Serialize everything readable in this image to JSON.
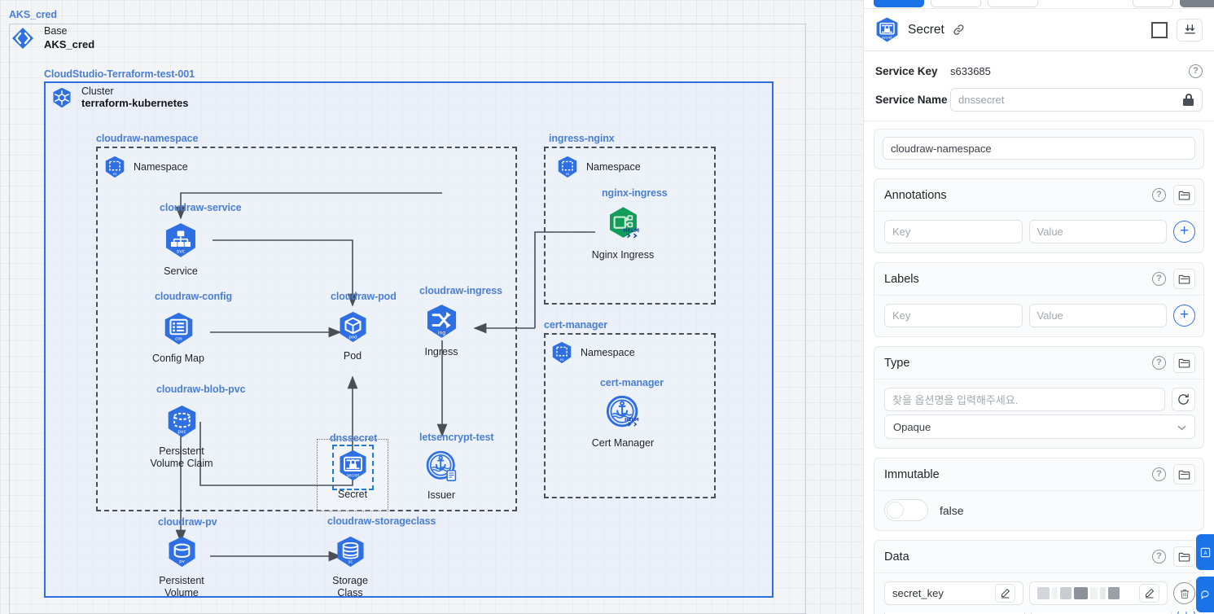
{
  "canvas": {
    "base_group_title": "AKS_cred",
    "base": {
      "kind": "Base",
      "name": "AKS_cred",
      "icon": "code-bracket-icon"
    },
    "project_title": "CloudStudio-Terraform-test-001",
    "cluster": {
      "kind": "Cluster",
      "name": "terraform-kubernetes",
      "icon": "kubernetes-icon"
    },
    "groups": [
      {
        "id": "cloudraw-namespace",
        "title": "cloudraw-namespace"
      },
      {
        "id": "ingress-nginx",
        "title": "ingress-nginx"
      },
      {
        "id": "cert-manager-ns",
        "title": "cert-manager"
      },
      {
        "id": "dnssecret",
        "title": "dnssecret"
      }
    ],
    "nodes": [
      {
        "id": "ns-cloudraw",
        "group_label": "",
        "label": "Namespace",
        "icon": "namespace-icon",
        "badge": "ns",
        "selected": false
      },
      {
        "id": "service",
        "group_label": "cloudraw-service",
        "label": "Service",
        "icon": "service-icon",
        "badge": "svc",
        "selected": false
      },
      {
        "id": "configmap",
        "group_label": "cloudraw-config",
        "label": "Config Map",
        "icon": "configmap-icon",
        "badge": "cm",
        "selected": false
      },
      {
        "id": "pvc",
        "group_label": "cloudraw-blob-pvc",
        "label": "Persistent\nVolume Claim",
        "icon": "pvc-icon",
        "badge": "pvc",
        "selected": false
      },
      {
        "id": "pod",
        "group_label": "cloudraw-pod",
        "label": "Pod",
        "icon": "pod-icon",
        "badge": "pod",
        "selected": false
      },
      {
        "id": "ingress",
        "group_label": "cloudraw-ingress",
        "label": "Ingress",
        "icon": "ingress-icon",
        "badge": "ing",
        "selected": false
      },
      {
        "id": "secret",
        "group_label": "dnssecret",
        "label": "Secret",
        "icon": "secret-icon",
        "badge": "secret",
        "selected": true
      },
      {
        "id": "issuer",
        "group_label": "letsencrypt-test",
        "label": "Issuer",
        "icon": "cert-manager-icon",
        "badge": "",
        "selected": false
      },
      {
        "id": "pv",
        "group_label": "cloudraw-pv",
        "label": "Persistent\nVolume",
        "icon": "pv-icon",
        "badge": "pv",
        "selected": false
      },
      {
        "id": "storageclass",
        "group_label": "cloudraw-storageclass",
        "label": "Storage\nClass",
        "icon": "storageclass-icon",
        "badge": "sc",
        "selected": false
      },
      {
        "id": "ns-nginx",
        "group_label": "",
        "label": "Namespace",
        "icon": "namespace-icon",
        "badge": "ns",
        "selected": false
      },
      {
        "id": "nginx",
        "group_label": "nginx-ingress",
        "label": "Nginx Ingress",
        "icon": "helm-chart-icon",
        "badge": "HELM",
        "selected": false
      },
      {
        "id": "ns-cert",
        "group_label": "",
        "label": "Namespace",
        "icon": "namespace-icon",
        "badge": "ns",
        "selected": false
      },
      {
        "id": "certmanager",
        "group_label": "cert-manager",
        "label": "Cert Manager",
        "icon": "cert-manager-icon",
        "badge": "",
        "selected": false
      }
    ],
    "colors": {
      "group_title": "#4a7fd4",
      "k8s_blue": "#2f6fe4",
      "helm_green": "#0f9d58",
      "cluster_border": "#2f6fe4"
    }
  },
  "panel": {
    "header": {
      "title": "Secret",
      "icon": "secret-icon",
      "link_icon": "link-icon",
      "select_box_icon": "select-square-icon",
      "collapse_icon": "collapse-all-icon"
    },
    "service_key": {
      "label": "Service Key",
      "value": "s633685",
      "help_icon": "question-icon"
    },
    "service_name": {
      "label": "Service Name",
      "placeholder": "dnssecret",
      "lock_icon": "lock-icon"
    },
    "namespace_field": {
      "value": "cloudraw-namespace"
    },
    "annotations": {
      "title": "Annotations",
      "help_icon": "question-icon",
      "folder_icon": "folder-icon",
      "key_placeholder": "Key",
      "value_placeholder": "Value",
      "add_icon": "plus-icon"
    },
    "labels": {
      "title": "Labels",
      "help_icon": "question-icon",
      "folder_icon": "folder-icon",
      "key_placeholder": "Key",
      "value_placeholder": "Value",
      "add_icon": "plus-icon"
    },
    "type": {
      "title": "Type",
      "help_icon": "question-icon",
      "folder_icon": "folder-icon",
      "search_placeholder": "찾을 옵션명을 입력해주세요.",
      "refresh_icon": "refresh-icon",
      "selected": "Opaque",
      "chevron_icon": "chevron-down-icon"
    },
    "immutable": {
      "title": "Immutable",
      "help_icon": "question-icon",
      "folder_icon": "folder-icon",
      "toggle_state": "false",
      "value_text": "false"
    },
    "data": {
      "title": "Data",
      "help_icon": "question-icon",
      "folder_icon": "folder-icon",
      "rows": [
        {
          "key": "secret_key",
          "value_masked": true,
          "edit_icon": "pencil-icon",
          "delete_icon": "trash-icon"
        }
      ]
    },
    "fabs": [
      {
        "name": "ai-assistant-fab",
        "glyph": "A"
      },
      {
        "name": "chat-support-fab",
        "glyph": "◎"
      }
    ]
  }
}
